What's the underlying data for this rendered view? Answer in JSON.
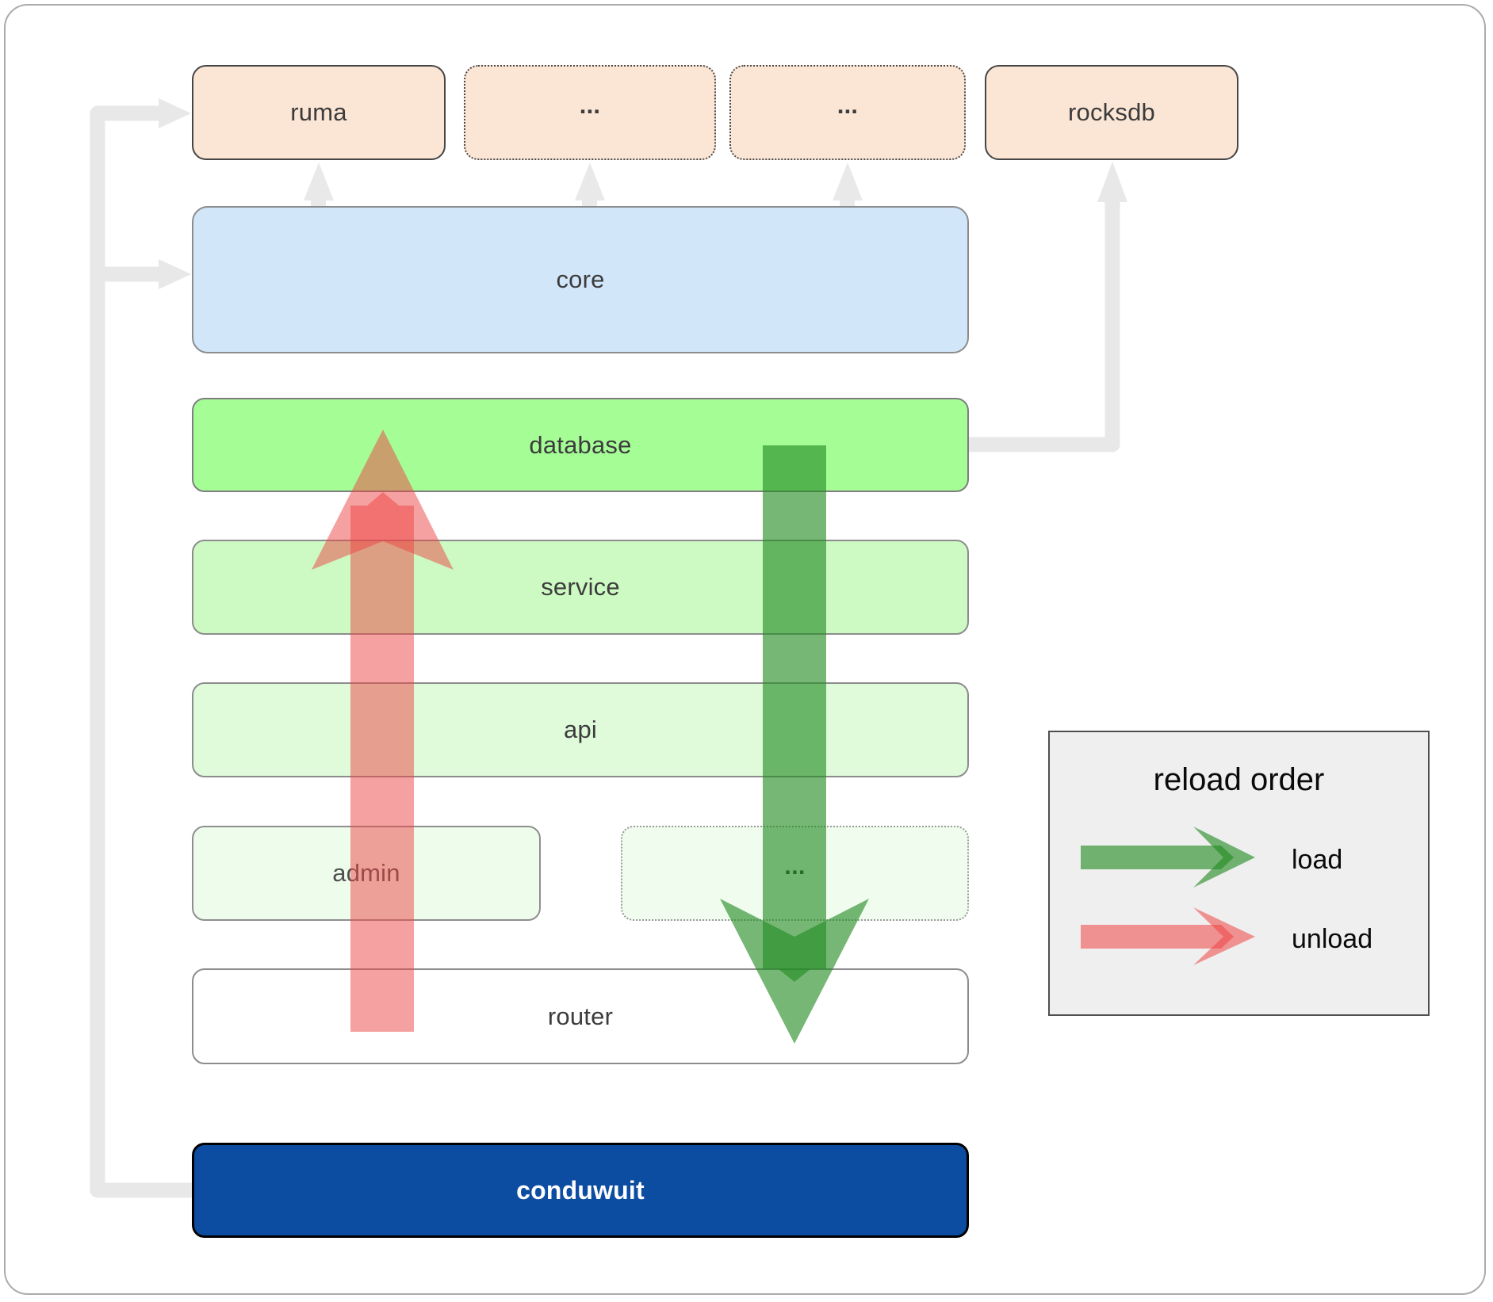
{
  "boxes": {
    "ruma": "ruma",
    "module_a": "...",
    "module_b": "...",
    "rocksdb": "rocksdb",
    "core": "core",
    "database": "database",
    "service": "service",
    "api": "api",
    "admin": "admin",
    "admin_dots": "...",
    "router": "router",
    "conduwuit": "conduwuit"
  },
  "legend": {
    "title": "reload order",
    "load": "load",
    "unload": "unload"
  },
  "colors": {
    "module_fill": "#fbe5d5",
    "core_fill": "#d2e6fa",
    "database_fill": "#a5fd96",
    "service_fill": "#cdfac3",
    "api_fill": "#dffbda",
    "admin_fill": "#edfceb",
    "router_fill": "#ffffff",
    "conduwuit_fill": "#0d4da1",
    "legend_fill": "#efefef",
    "connector_gray": "#e8e8e8",
    "load_green": "#228b22",
    "unload_red": "#ee4444"
  }
}
